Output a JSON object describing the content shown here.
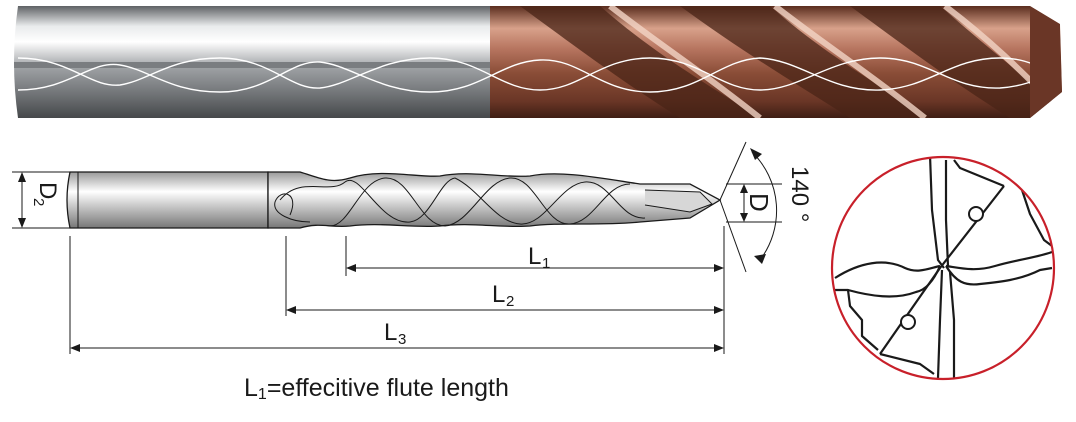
{
  "labels": {
    "d2": "D",
    "d2_sub": "2",
    "d": "D",
    "angle": "140 °",
    "l1": "L",
    "l1_sub": "1",
    "l2": "L",
    "l2_sub": "2",
    "l3": "L",
    "l3_sub": "3",
    "caption_l": "L",
    "caption_sub": "1",
    "caption_text": "=effecitive flute length"
  },
  "colors": {
    "shank_steel": "#8c8f92",
    "coating_bronze": "#a0644a",
    "drawing_line": "#1a1a1a",
    "circle_outline": "#c8202a"
  }
}
